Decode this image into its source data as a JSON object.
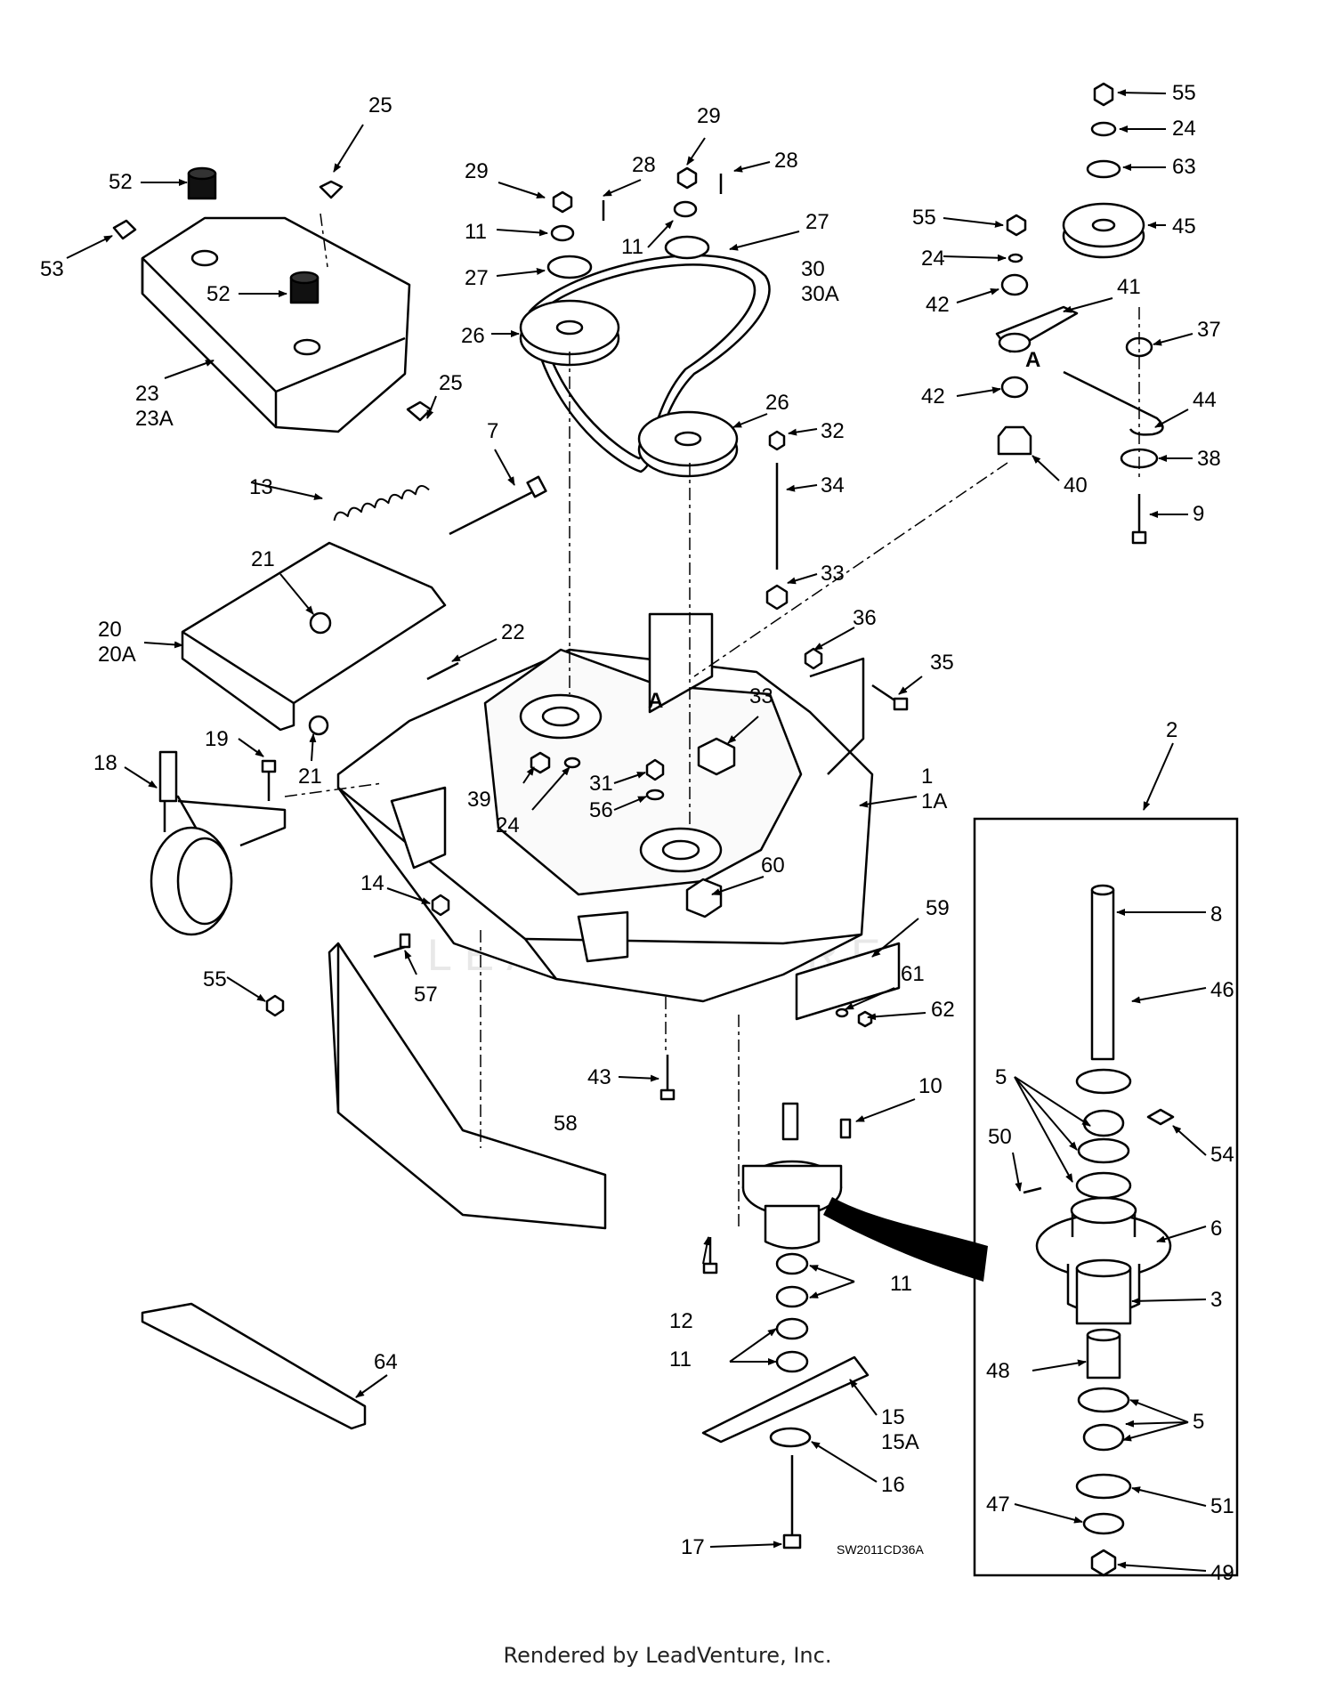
{
  "diagram_code": "SW2011CD36A",
  "footer": "Rendered by LeadVenture, Inc.",
  "watermark": "LEADVENTURE",
  "detail_marker": "A",
  "callouts": {
    "c1": "1",
    "c1a": "1A",
    "c2": "2",
    "c3": "3",
    "c5a": "5",
    "c5b": "5",
    "c6": "6",
    "c7": "7",
    "c8": "8",
    "c9": "9",
    "c10": "10",
    "c11a": "11",
    "c11b": "11",
    "c11c": "11",
    "c11d": "11",
    "c12": "12",
    "c13": "13",
    "c14": "14",
    "c15": "15",
    "c15a": "15A",
    "c16": "16",
    "c17": "17",
    "c18": "18",
    "c19": "19",
    "c20": "20",
    "c20a": "20A",
    "c21a": "21",
    "c21b": "21",
    "c22": "22",
    "c23": "23",
    "c23a": "23A",
    "c24a": "24",
    "c24b": "24",
    "c24c": "24",
    "c25a": "25",
    "c25b": "25",
    "c26a": "26",
    "c26b": "26",
    "c27a": "27",
    "c27b": "27",
    "c28a": "28",
    "c28b": "28",
    "c29a": "29",
    "c29b": "29",
    "c30": "30",
    "c30a": "30A",
    "c31": "31",
    "c32": "32",
    "c33a": "33",
    "c33b": "33",
    "c34": "34",
    "c35": "35",
    "c36": "36",
    "c37": "37",
    "c38": "38",
    "c39": "39",
    "c40": "40",
    "c41": "41",
    "c42a": "42",
    "c42b": "42",
    "c43": "43",
    "c44": "44",
    "c45": "45",
    "c46": "46",
    "c47": "47",
    "c48": "48",
    "c49": "49",
    "c50": "50",
    "c51": "51",
    "c52a": "52",
    "c52b": "52",
    "c53": "53",
    "c54": "54",
    "c55a": "55",
    "c55b": "55",
    "c55c": "55",
    "c56": "56",
    "c57": "57",
    "c58": "58",
    "c59": "59",
    "c60": "60",
    "c61": "61",
    "c62": "62",
    "c63": "63",
    "c64": "64"
  }
}
